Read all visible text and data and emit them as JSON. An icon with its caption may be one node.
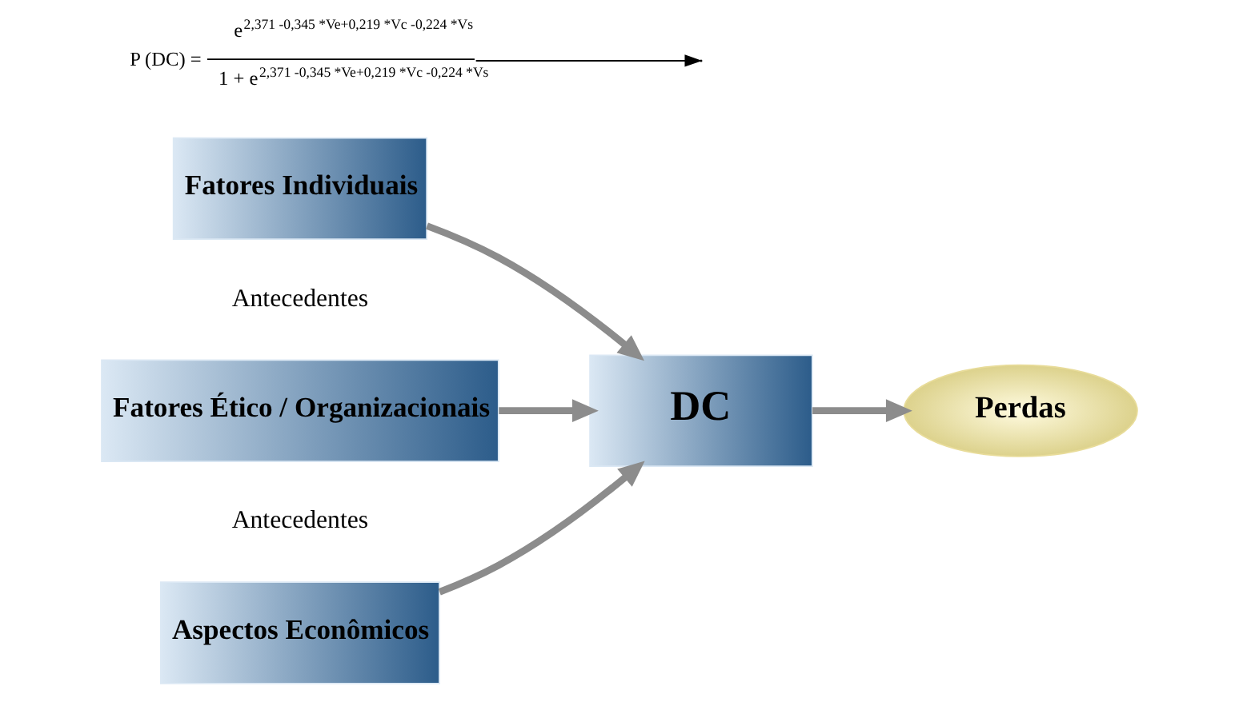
{
  "diagram": {
    "nodes": [
      {
        "text": [
          "Fatores Individuais"
        ]
      },
      {
        "text": [
          "Fatores Ético / Organizacionais"
        ]
      },
      {
        "text": [
          "Aspectos Econômicos"
        ]
      },
      {
        "text": [
          "P (DC) =",
          "e$^{2,371 -0,345 *Ve+0,219 *Vc -0,224 *Vs}$",
          "1 + e$^{2,371 -0,345 *Ve+0,219 *Vc -0,224 *Vs}$"
        ]
      },
      {
        "text": [
          "DC"
        ]
      },
      {
        "text": [
          "Perdas"
        ]
      }
    ],
    "edges": [
      {
        "from": 0,
        "to": 4,
        "arrow": "to"
      },
      {
        "from": 1,
        "to": 4,
        "arrow": "to"
      },
      {
        "from": 2,
        "to": 4,
        "arrow": "to"
      },
      {
        "from": 3,
        "to": null,
        "arrow": "to",
        "color": "#000000"
      },
      {
        "from": 4,
        "to": 5,
        "arrow": "to"
      }
    ],
    "labels": [
      "Antecedentes",
      "Antecedentes"
    ]
  }
}
